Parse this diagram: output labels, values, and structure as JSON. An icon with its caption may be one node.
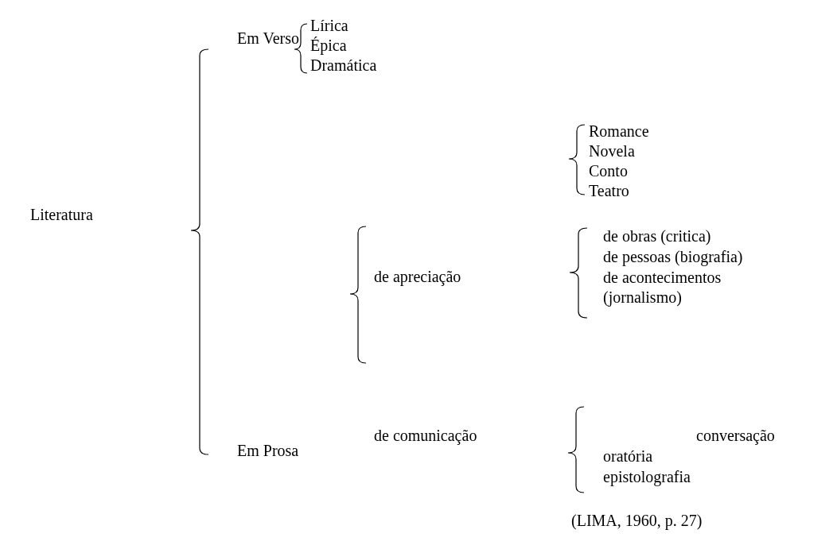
{
  "diagram": {
    "caption": "(LIMA, 1960, p. 27)",
    "labels": [
      "Literatura",
      "Em Verso",
      "Lírica",
      "Épica",
      "Dramática",
      "Romance",
      "Novela",
      "Conto",
      "Teatro",
      "de apreciação",
      "de obras (critica)",
      "de pessoas (biografia)",
      "de acontecimentos (jornalismo)",
      "Em Prosa",
      "de comunicação",
      "conversação",
      "oratória",
      "epistolografia"
    ]
  }
}
